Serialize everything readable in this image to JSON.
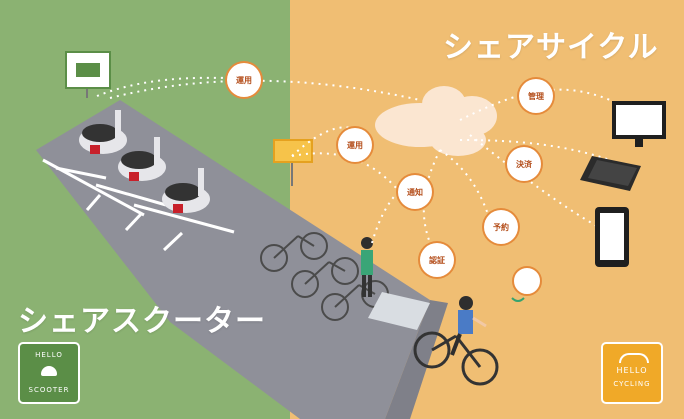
{
  "titles": {
    "cycle": "シェアサイクル",
    "scooter": "シェアスクーター"
  },
  "bubbles": [
    {
      "id": "top",
      "label": "運用"
    },
    {
      "id": "mid",
      "label": "運用"
    },
    {
      "id": "a",
      "label": "管理"
    },
    {
      "id": "b",
      "label": "決済"
    },
    {
      "id": "c",
      "label": "通知"
    },
    {
      "id": "d",
      "label": "予約"
    },
    {
      "id": "e",
      "label": "認証"
    }
  ],
  "logos": {
    "scooter": {
      "top": "HELLO",
      "bottom": "SCOOTER"
    },
    "cycle": {
      "top": "HELLO",
      "bottom": "CYCLING"
    }
  },
  "colors": {
    "scooter_green": "#8bb272",
    "cycle_orange": "#f0be73",
    "road": "#8c8d96"
  }
}
